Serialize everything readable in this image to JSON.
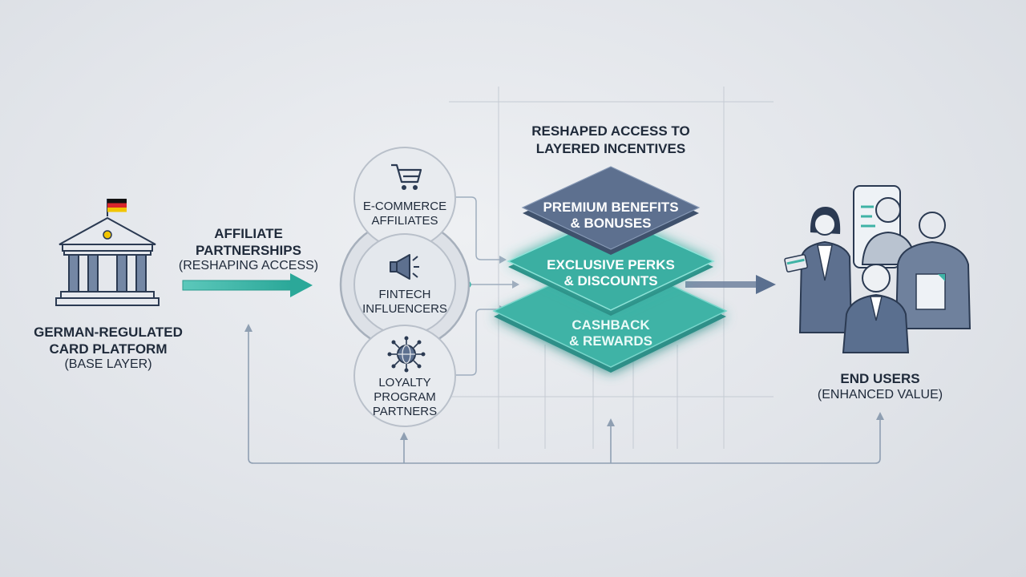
{
  "base": {
    "title_line1": "GERMAN-REGULATED",
    "title_line2": "CARD PLATFORM",
    "subtitle": "(BASE LAYER)"
  },
  "affiliate": {
    "title_line1": "AFFILIATE",
    "title_line2": "PARTNERSHIPS",
    "subtitle": "(RESHAPING ACCESS)"
  },
  "channels": [
    {
      "line1": "E-COMMERCE",
      "line2": "AFFILIATES",
      "line3": "",
      "icon": "shopping-cart-icon"
    },
    {
      "line1": "FINTECH",
      "line2": "INFLUENCERS",
      "line3": "",
      "icon": "megaphone-icon"
    },
    {
      "line1": "LOYALTY",
      "line2": "PROGRAM",
      "line3": "PARTNERS",
      "icon": "network-globe-icon"
    }
  ],
  "incentives": {
    "title_line1": "RESHAPED ACCESS TO",
    "title_line2": "LAYERED INCENTIVES",
    "tiers": [
      {
        "line1": "PREMIUM BENEFITS",
        "line2": "& BONUSES"
      },
      {
        "line1": "EXCLUSIVE PERKS",
        "line2": "& DISCOUNTS"
      },
      {
        "line1": "CASHBACK",
        "line2": "& REWARDS"
      }
    ]
  },
  "users": {
    "title": "END USERS",
    "subtitle": "(ENHANCED VALUE)"
  },
  "colors": {
    "teal": "#2bb3a3",
    "navy": "#5a6f8f",
    "flag_black": "#111111",
    "flag_red": "#d9262c",
    "flag_gold": "#f2c500"
  }
}
